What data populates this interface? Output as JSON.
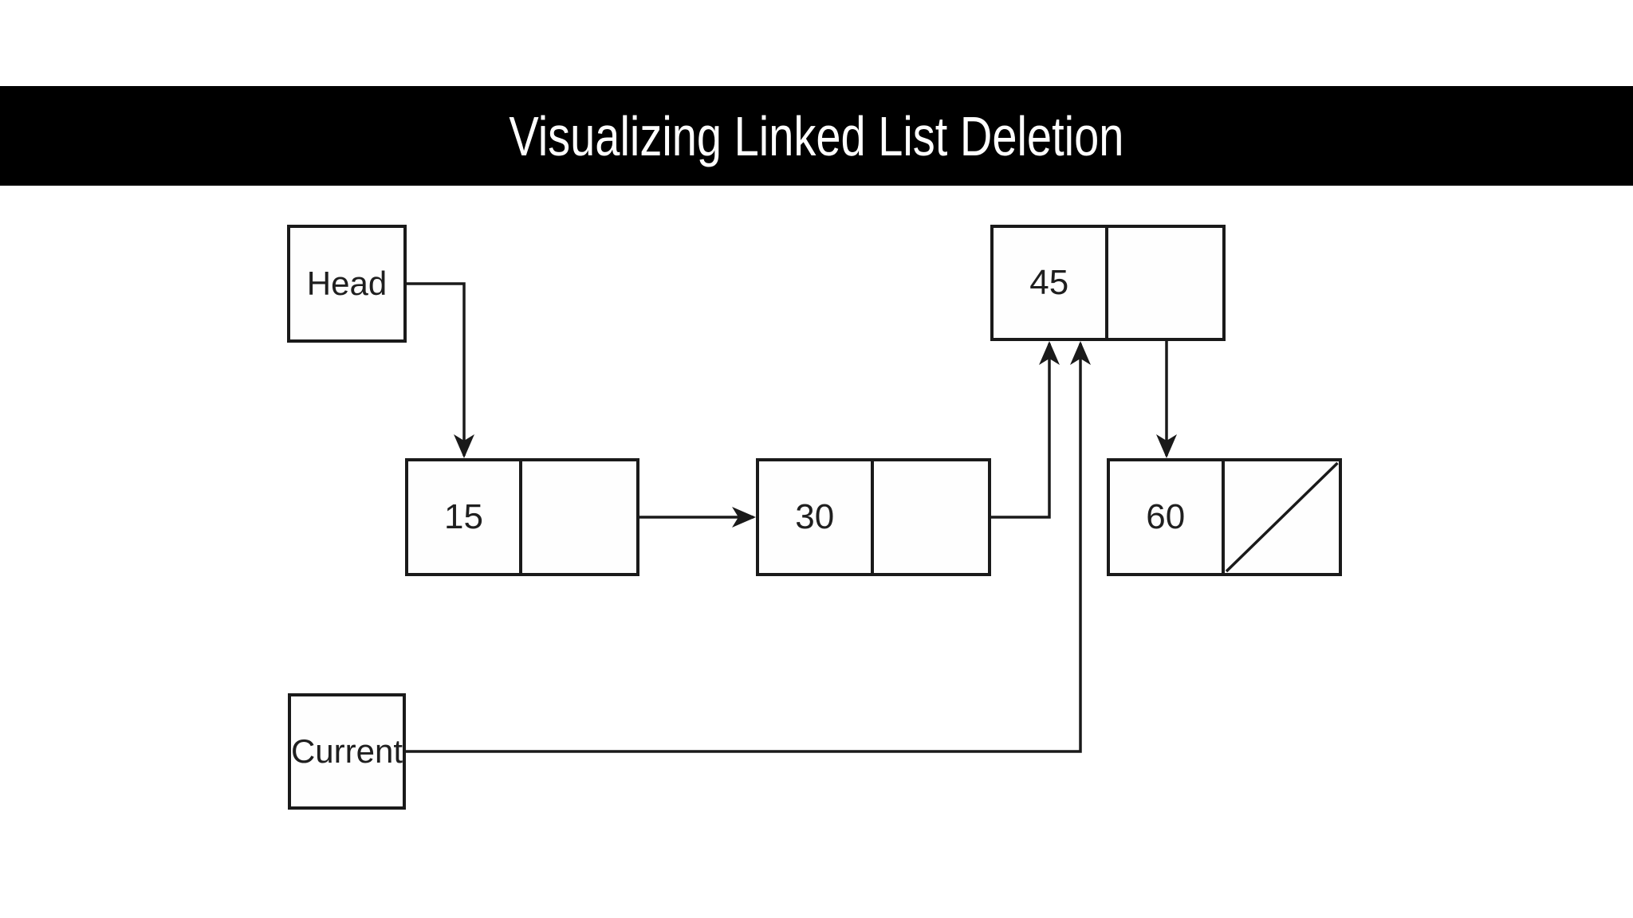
{
  "header": {
    "title": "Visualizing Linked List Deletion"
  },
  "pointers": {
    "head": {
      "label": "Head"
    },
    "current": {
      "label": "Current"
    }
  },
  "list": {
    "nodes": [
      {
        "value": "15",
        "next": "30"
      },
      {
        "value": "30",
        "next": "45"
      },
      {
        "value": "45",
        "next": "60"
      },
      {
        "value": "60",
        "next": "null"
      }
    ]
  },
  "edges": [
    {
      "from": "Head",
      "to": "15"
    },
    {
      "from": "15",
      "to": "30"
    },
    {
      "from": "30",
      "to": "45"
    },
    {
      "from": "Current",
      "to": "45"
    },
    {
      "from": "45",
      "to": "60"
    },
    {
      "from": "60",
      "to": "null"
    }
  ],
  "colors": {
    "banner_bg": "#000000",
    "banner_text": "#ffffff",
    "line": "#1a1a1a",
    "background": "#ffffff"
  }
}
